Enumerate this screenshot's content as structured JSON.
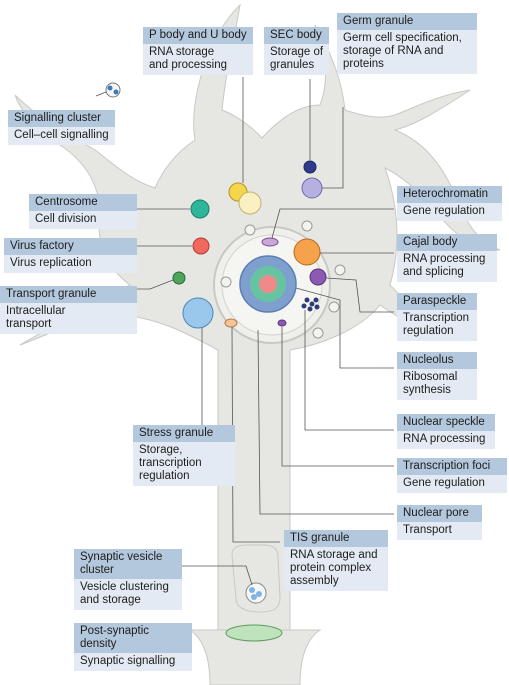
{
  "labels": {
    "p_body": {
      "title": "P body and U body",
      "desc": "RNA storage\nand processing"
    },
    "sec_body": {
      "title": "SEC body",
      "desc": "Storage of\ngranules"
    },
    "germ_granule": {
      "title": "Germ granule",
      "desc": "Germ cell specification,\nstorage of RNA and\nproteins"
    },
    "signalling": {
      "title": "Signalling cluster",
      "desc": "Cell–cell signalling"
    },
    "centrosome": {
      "title": "Centrosome",
      "desc": "Cell division"
    },
    "virus_factory": {
      "title": "Virus factory",
      "desc": "Virus replication"
    },
    "transport": {
      "title": "Transport granule",
      "desc": "Intracellular\ntransport"
    },
    "heterochromatin": {
      "title": "Heterochromatin",
      "desc": "Gene regulation"
    },
    "cajal": {
      "title": "Cajal body",
      "desc": "RNA processing\nand splicing"
    },
    "paraspeckle": {
      "title": "Paraspeckle",
      "desc": "Transcription\nregulation"
    },
    "nucleolus": {
      "title": "Nucleolus",
      "desc": "Ribosomal\nsynthesis"
    },
    "nuclear_speckle": {
      "title": "Nuclear speckle",
      "desc": "RNA processing"
    },
    "transcription": {
      "title": "Transcription foci",
      "desc": "Gene regulation"
    },
    "nuclear_pore": {
      "title": "Nuclear pore",
      "desc": "Transport"
    },
    "stress": {
      "title": "Stress granule",
      "desc": "Storage,\ntranscription\nregulation"
    },
    "tis": {
      "title": "TIS granule",
      "desc": "RNA storage and\nprotein complex\nassembly"
    },
    "synaptic_vesicle": {
      "title": "Synaptic vesicle\ncluster",
      "desc": "Vesicle clustering\nand storage"
    },
    "post_synaptic": {
      "title": "Post-synaptic\ndensity",
      "desc": "Synaptic signalling"
    }
  },
  "colors": {
    "cell_fill": "#e6e6e3",
    "cell_stroke": "#c8c8c4",
    "nucleus_fill": "#efefec",
    "label_header": "#b3c7dd",
    "label_body": "#e3eaf3",
    "leader": "#555555"
  }
}
